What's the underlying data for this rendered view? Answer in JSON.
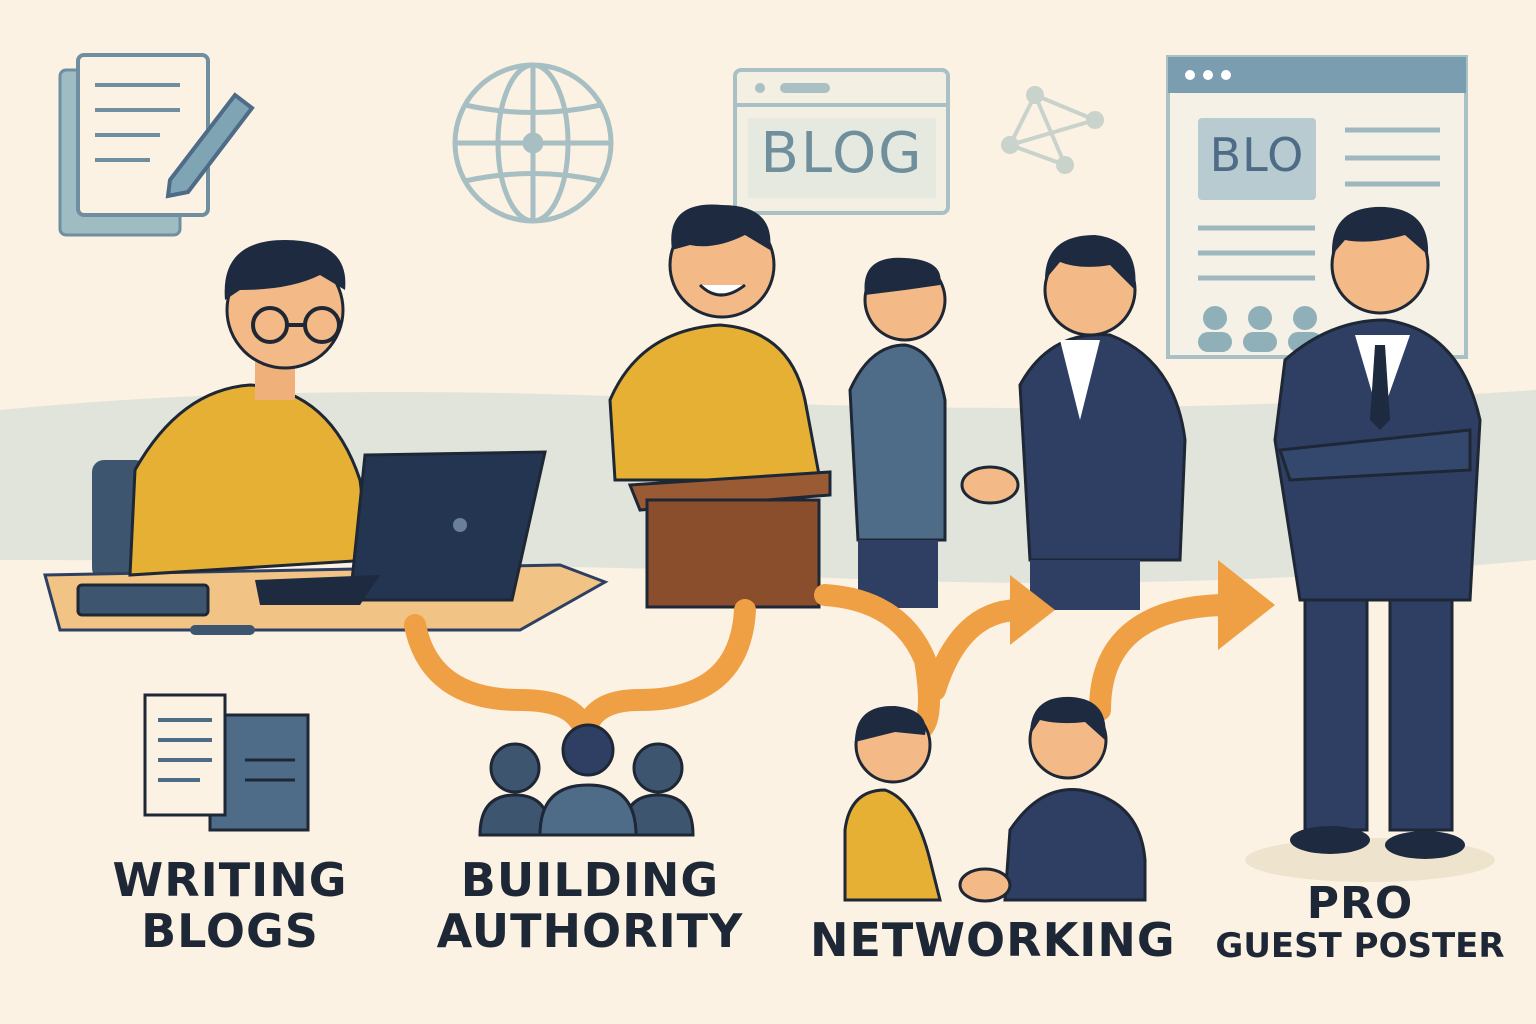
{
  "icons": {
    "browser_blog": "BLOG",
    "webpage_blog": "BLO"
  },
  "steps": [
    {
      "line1": "WRITING",
      "line2": "BLOGS"
    },
    {
      "line1": "BUILDING",
      "line2": "AUTHORITY"
    },
    {
      "line1": "NETWORKING"
    },
    {
      "line1": "PRO",
      "line2": "GUEST POSTER"
    }
  ],
  "colors": {
    "background": "#fbf2e3",
    "arrow": "#f0a044",
    "sweater": "#e6b034",
    "suit": "#2e3f63",
    "slate": "#4e6c87",
    "icon": "#8fb0b8"
  }
}
